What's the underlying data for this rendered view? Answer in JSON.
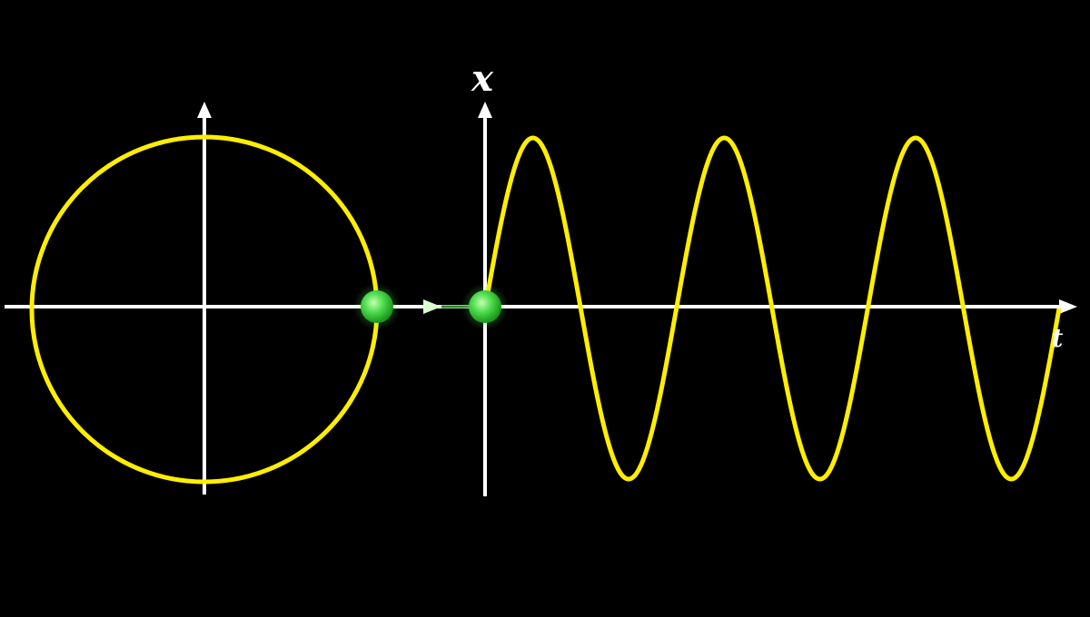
{
  "diagram": {
    "description_free": true,
    "colors": {
      "background": "#000000",
      "axes": "#ffffff",
      "curve": "#ffee00",
      "marker": "#33dd33",
      "marker_highlight": "#b8ff9a",
      "arrow": "#aaffaa"
    },
    "circle_plot": {
      "shape": "circle",
      "marker_angle_deg": 0
    },
    "wave_plot": {
      "vertical_axis_label": "x",
      "horizontal_axis_label": "t",
      "function": "sine",
      "cycles": 3,
      "marker_phase_deg": 0
    },
    "connector": {
      "direction": "circle-to-wave"
    }
  }
}
